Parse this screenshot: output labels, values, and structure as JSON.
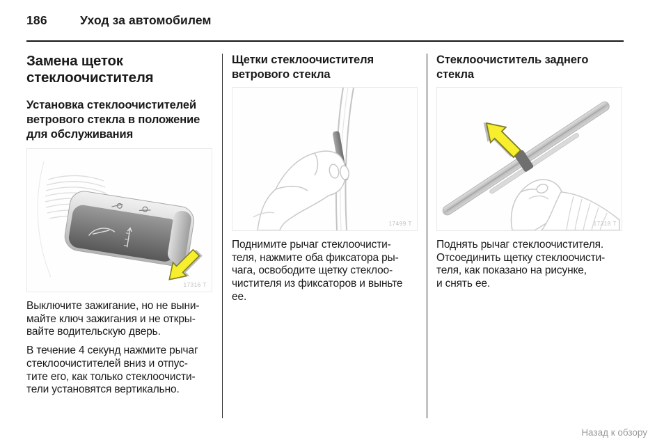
{
  "header": {
    "page_number": "186",
    "title": "Уход за автомобилем"
  },
  "columns": {
    "col1": {
      "title": "Замена щеток\nстеклоочистителя",
      "subtitle": "Установка стеклоочистителей\nветрового стекла в положение\nдля обслуживания",
      "illustration": {
        "name": "wiper-stalk-lever",
        "caption": "17316 T",
        "arrow_direction": "down-left"
      },
      "para1": "Выключите зажигание, но не выни-\nмайте ключ зажигания и не откры-\nвайте водительскую дверь.",
      "para2": "В течение 4 секунд нажмите рычаг\nстеклоочистителей вниз и отпус-\nтите его, как только стеклоочисти-\nтели установятся вертикально."
    },
    "col2": {
      "title": "Щетки стеклоочистителя\nветрового стекла",
      "illustration": {
        "name": "hand-removing-windscreen-wiper-blade",
        "caption": "17499 T"
      },
      "para1": "Поднимите рычаг стеклоочисти-\nтеля, нажмите оба фиксатора ры-\nчага, освободите щетку стеклоо-\nчистителя из фиксаторов и выньте\nее."
    },
    "col3": {
      "title": "Стеклоочиститель заднего\nстекла",
      "illustration": {
        "name": "rear-wiper-blade-removal",
        "caption": "17318 T",
        "arrow_direction": "up-left"
      },
      "para1": "Поднять рычаг стеклоочистителя.\nОтсоединить щетку стеклоочисти-\nтеля, как показано на рисунке,\nи снять ее."
    }
  },
  "footer": {
    "back_link": "Назад к обзору"
  },
  "colors": {
    "accent_yellow": "#f7ee2d",
    "arrow_outline": "#7c7c24",
    "rule_black": "#161616",
    "caption_gray": "#bdbdbd",
    "link_gray": "#9a9a9a"
  }
}
